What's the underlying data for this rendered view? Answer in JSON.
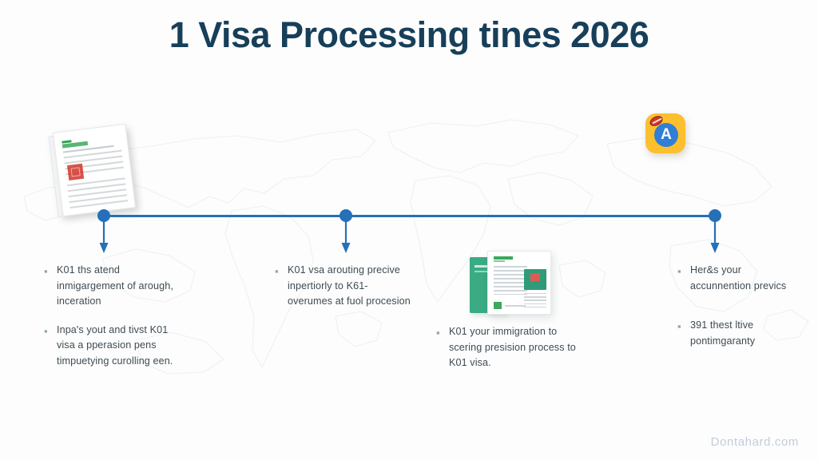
{
  "slide": {
    "title": "1 Visa Processing tines 2026",
    "background_color": "#fdfdfd",
    "title_color": "#173f59",
    "accent_color": "#2570b8",
    "watermark": "Dontahard.com"
  },
  "timeline": {
    "node_count": 4,
    "bullet_mark": "▪",
    "nodes": [
      {
        "name": "node-1",
        "x_percent": 12.7
      },
      {
        "name": "node-2",
        "x_percent": 42.3
      },
      {
        "name": "node-3",
        "x_percent": 62.0
      },
      {
        "name": "node-4",
        "x_percent": 87.4
      }
    ]
  },
  "columns": [
    {
      "name": "column-1",
      "bullets": [
        "K01 ths atend inmigargement of arough, inceration",
        "Inpa's yout and tivst K01 visa a pperasion pens timpuetying curolling een."
      ]
    },
    {
      "name": "column-2",
      "bullets": [
        "K01 vsa arouting precive inpertiorly to K61-overumes at fuol procesion"
      ]
    },
    {
      "name": "column-3",
      "bullets": [
        "K01 your immigration to scering presision process to K01 visa."
      ]
    },
    {
      "name": "column-4",
      "bullets": [
        "Her&s your accunnention prevics",
        "391 thest ltive pontimgaranty"
      ]
    }
  ],
  "graphics": {
    "app_icon_letter": "A",
    "app_icon_bg": "#fcbf2e",
    "app_icon_circle": "#2f7fd6",
    "document_stamp_color": "#d4352a",
    "document_header_color": "#3aa95c",
    "card_teal_color": "#3aab83"
  }
}
